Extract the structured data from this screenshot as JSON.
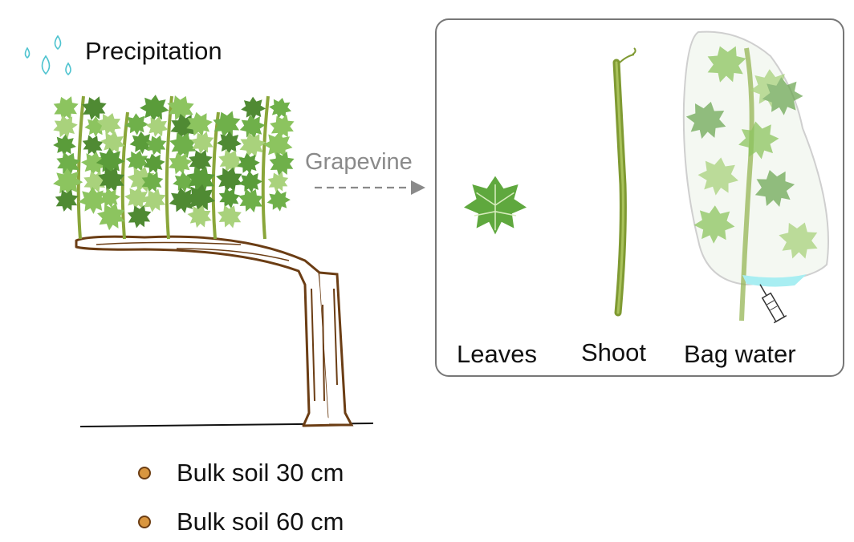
{
  "precipitation": {
    "label": "Precipitation",
    "icon": "water-drops-icon",
    "color": "#4ec3cf"
  },
  "arrow": {
    "label": "Grapevine"
  },
  "samples": [
    {
      "label": "Leaves"
    },
    {
      "label": "Shoot"
    },
    {
      "label": "Bag water"
    }
  ],
  "soil": [
    {
      "label": "Bulk soil 30 cm"
    },
    {
      "label": "Bulk soil 60 cm"
    }
  ],
  "colors": {
    "leaf": "#6fb04a",
    "leaf_light": "#a9d27c",
    "stem": "#8aa63a",
    "trunk": "#6b3d14",
    "bag_water": "#a8eef2",
    "soil_dot": "#d9963f"
  }
}
